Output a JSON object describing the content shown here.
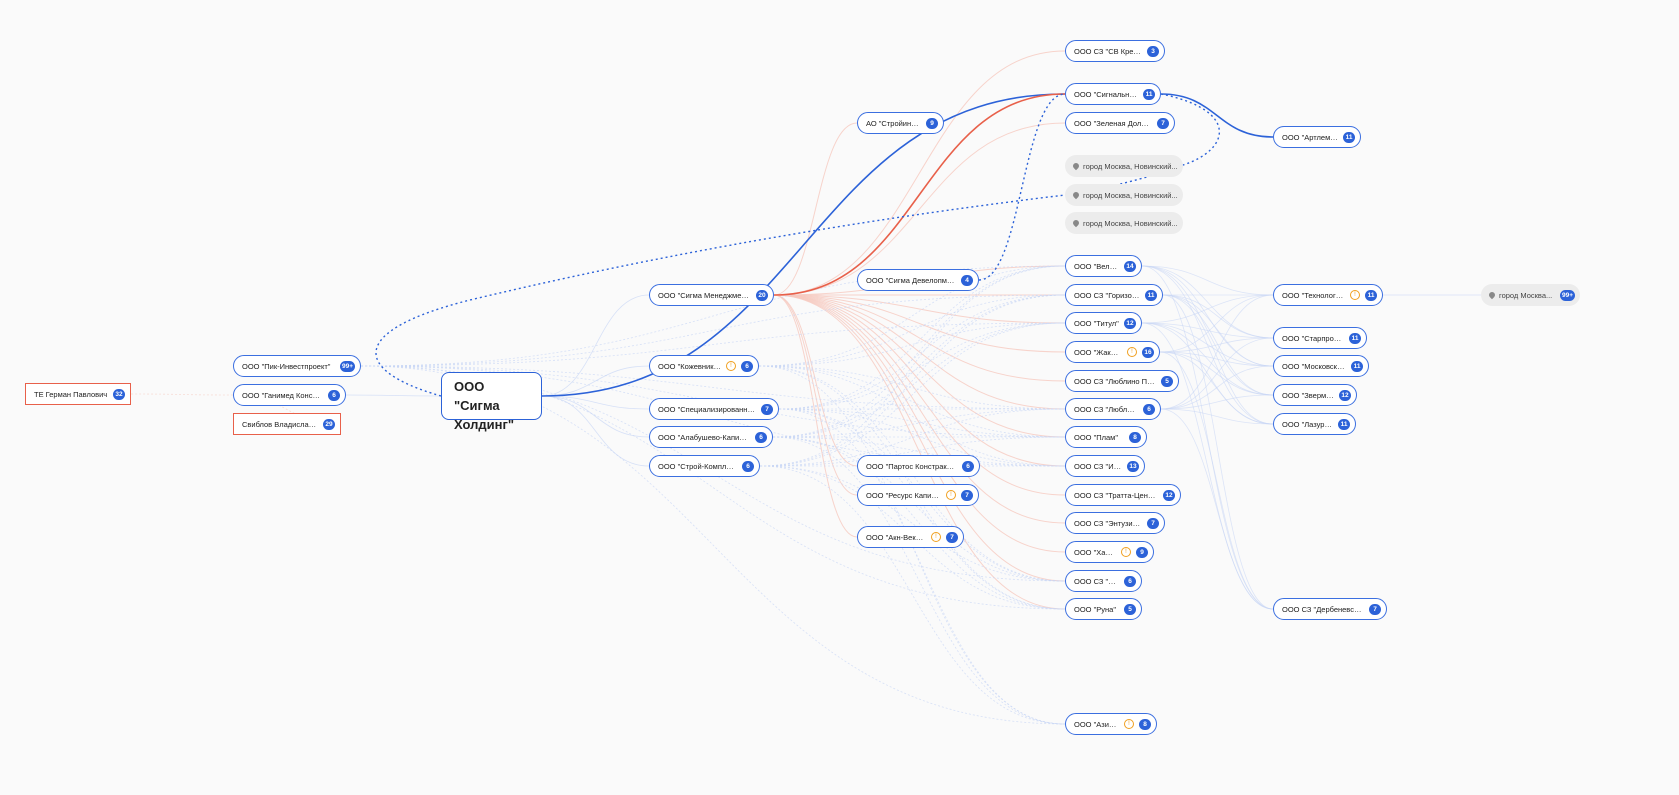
{
  "root": {
    "label": "ООО \"Сигма Холдинг\""
  },
  "colors": {
    "blue": "#2c62d8",
    "red": "#e8604a",
    "faint_blue": "#c8d6f5",
    "faint_red": "#f6c9bf"
  },
  "nodes": [
    {
      "id": "sv-kredit",
      "label": "ООО СЗ \"СВ Кредит\"",
      "count": "3"
    },
    {
      "id": "signalny",
      "label": "ООО \"Сигнальный\"",
      "count": "11"
    },
    {
      "id": "stroyinfo",
      "label": "АО \"Стройинфо\"",
      "count": "9"
    },
    {
      "id": "zelenaya-dolina",
      "label": "ООО \"Зеленая Долина\"",
      "count": "7"
    },
    {
      "id": "artlemis",
      "label": "ООО \"Артлемис\"",
      "count": "11"
    },
    {
      "id": "addr-1",
      "label": "город Москва, Новинский...",
      "type": "address"
    },
    {
      "id": "addr-2",
      "label": "город Москва, Новинский...",
      "type": "address"
    },
    {
      "id": "addr-3",
      "label": "город Москва, Новинский...",
      "type": "address"
    },
    {
      "id": "velna",
      "label": "ООО \"Велна\"",
      "count": "14"
    },
    {
      "id": "sigma-development",
      "label": "ООО \"Сигма Девелопмент\"",
      "count": "4"
    },
    {
      "id": "sigma-management",
      "label": "ООО \"Сигма Менеджмент\"",
      "count": "20"
    },
    {
      "id": "gorizont",
      "label": "ООО СЗ \"Горизонт\"",
      "count": "11"
    },
    {
      "id": "technologii",
      "label": "ООО \"Технологии...",
      "count": "11",
      "warning": true
    },
    {
      "id": "addr-4",
      "label": "город Москва...",
      "count": "99+",
      "type": "address"
    },
    {
      "id": "titul",
      "label": "ООО \"Титул\"",
      "count": "12"
    },
    {
      "id": "starprofi",
      "label": "ООО \"Старпрофи\"",
      "count": "11"
    },
    {
      "id": "pik-investproekt",
      "label": "ООО \"Пик-Инвестпроект\"",
      "count": "99+"
    },
    {
      "id": "kozhevniki",
      "label": "ООО \"Кожевники+\"",
      "count": "6",
      "warning": true
    },
    {
      "id": "zhaklin",
      "label": "ООО \"Жаклин\"",
      "count": "16",
      "warning": true
    },
    {
      "id": "moskovskoe",
      "label": "ООО \"Московское...",
      "count": "11"
    },
    {
      "id": "lyublino-parking",
      "label": "ООО СЗ \"Люблино Паркинг\"",
      "count": "5"
    },
    {
      "id": "person-1",
      "label": "ТЕ Герман Павлович",
      "count": "32",
      "type": "person"
    },
    {
      "id": "ganimed",
      "label": "ООО \"Ганимед Консалт\"",
      "count": "6"
    },
    {
      "id": "zvernia",
      "label": "ООО \"Звермия\"",
      "count": "12"
    },
    {
      "id": "specializirovannyy",
      "label": "ООО \"Специализированны...",
      "count": "7"
    },
    {
      "id": "lyublino",
      "label": "ООО СЗ \"Люблино...",
      "count": "6"
    },
    {
      "id": "person-2",
      "label": "Свиблов Владислав...",
      "count": "29",
      "type": "person"
    },
    {
      "id": "lazurit",
      "label": "ООО \"Лазурит\"",
      "count": "11"
    },
    {
      "id": "alabushevo",
      "label": "ООО \"Алабушево-Капитал\"",
      "count": "6"
    },
    {
      "id": "plam",
      "label": "ООО \"Плам\"",
      "count": "8"
    },
    {
      "id": "stroy-kompleks",
      "label": "ООО \"Строй-Комплекс\"",
      "count": "6"
    },
    {
      "id": "partos",
      "label": "ООО \"Партос Констракшн\"",
      "count": "6"
    },
    {
      "id": "itz",
      "label": "ООО СЗ \"ИТЗ\"",
      "count": "13"
    },
    {
      "id": "resurs",
      "label": "ООО \"Ресурс Капитал\"",
      "count": "7",
      "warning": true
    },
    {
      "id": "tratta",
      "label": "ООО СЗ \"Тратта-Центр\"",
      "count": "12"
    },
    {
      "id": "entuziast",
      "label": "ООО СЗ \"Энтузиаст\"",
      "count": "7"
    },
    {
      "id": "akn-vektor",
      "label": "ООО \"Акн-Вектор\"",
      "count": "7",
      "warning": true
    },
    {
      "id": "harom",
      "label": "ООО \"Харом...",
      "count": "9",
      "warning": true
    },
    {
      "id": "k11",
      "label": "ООО СЗ \"К11\"",
      "count": "6"
    },
    {
      "id": "runa",
      "label": "ООО \"Руна\"",
      "count": "5"
    },
    {
      "id": "derbenevskiy",
      "label": "ООО СЗ \"Дербеневский\"",
      "count": "7"
    },
    {
      "id": "azimut",
      "label": "ООО \"Азимут\"",
      "count": "8",
      "warning": true
    }
  ]
}
